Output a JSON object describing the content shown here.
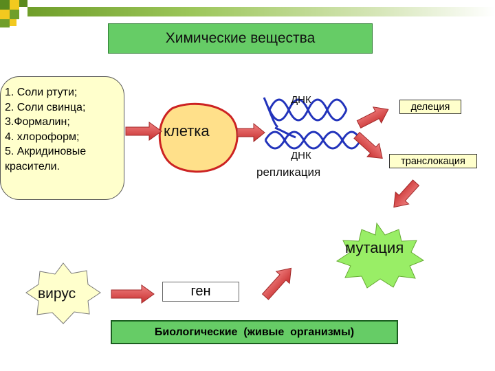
{
  "title": "Химические вещества",
  "chemicals": [
    "1. Соли ртути;",
    "2. Соли свинца;",
    "3.Формалин;",
    "4. хлороформ;",
    "5. Акридиновые",
    "красители."
  ],
  "cell_label": "клетка",
  "dna_top_label": "ДНК",
  "dna_bottom_label": "ДНК",
  "replication_label": "репликация",
  "deletion_label": "делеция",
  "translocation_label": "транслокация",
  "mutation_label": "мутация",
  "virus_label": "вирус",
  "gene_label": "ген",
  "biological_label": "Биологические  (живые  организмы)",
  "colors": {
    "title_bg": "#66cc66",
    "box_fill": "#ffffcc",
    "cell_fill": "#ffe08a",
    "cell_stroke": "#cc2222",
    "arrow_fill": "#e05555",
    "dna_stroke": "#2233bb"
  }
}
